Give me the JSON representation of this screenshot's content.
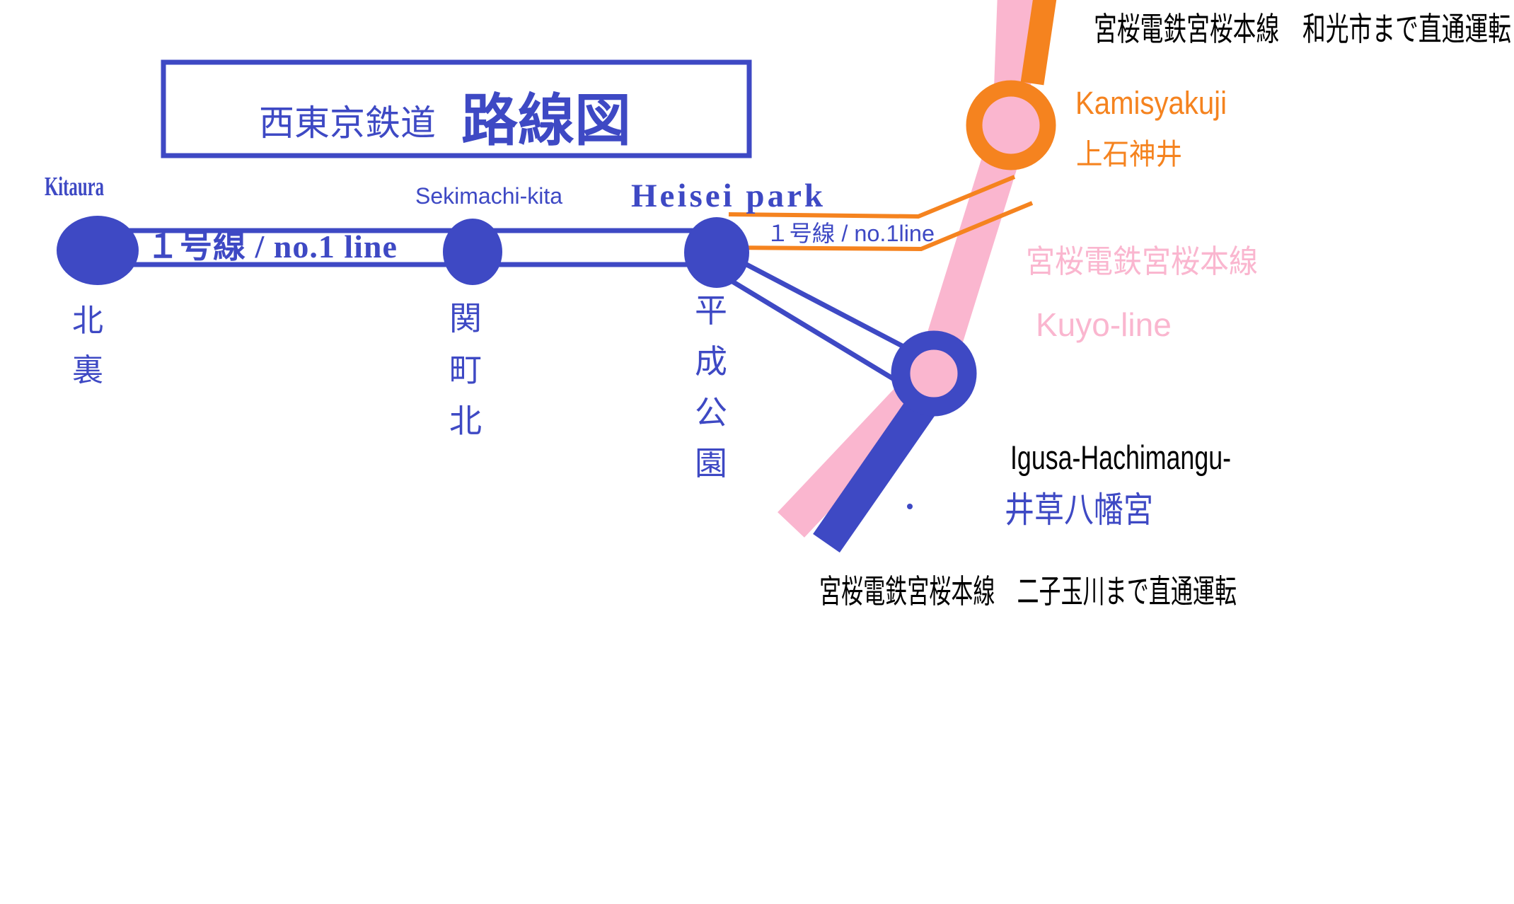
{
  "title": {
    "railway": "西東京鉄道",
    "map_label": "路線図"
  },
  "line1": {
    "label_main": "１号線 / no.1 line",
    "label_branch": "１号線 / no.1line"
  },
  "stations": {
    "kitaura": {
      "en": "Kitaura",
      "kanji": [
        "北",
        "裏"
      ]
    },
    "sekimachi_kita": {
      "en": "Sekimachi-kita",
      "kanji": [
        "関",
        "町",
        "北"
      ]
    },
    "heisei_park": {
      "en": "Heisei park",
      "kanji": [
        "平",
        "成",
        "公",
        "園"
      ]
    },
    "kamisyakuji": {
      "en": "Kamisyakuji",
      "ja": "上石神井"
    },
    "igusa_hachimangu": {
      "en": "Igusa-Hachimangu-",
      "ja": "井草八幡宮"
    }
  },
  "kuyo_line": {
    "ja": "宮桜電鉄宮桜本線",
    "en": "Kuyo-line"
  },
  "notes": {
    "top": "宮桜電鉄宮桜本線　和光市まで直通運転",
    "bottom": "宮桜電鉄宮桜本線　二子玉川まで直通運転"
  },
  "colors": {
    "line1_blue": "#3e49c4",
    "kuyo_pink": "#fab6cf",
    "kamisyakuji_orange": "#f5831f",
    "note_black": "#000000",
    "background": "#ffffff"
  }
}
